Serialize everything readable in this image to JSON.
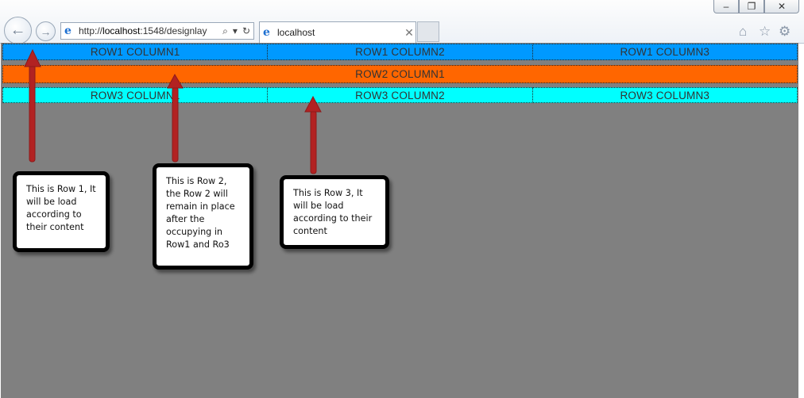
{
  "browser": {
    "address": {
      "prefix": "http://",
      "host": "localhost",
      "rest": ":1548/designlay"
    },
    "tab": {
      "title": "localhost"
    },
    "window_controls": {
      "minimize_icon": "minimize-icon",
      "restore_icon": "restore-icon",
      "close_icon": "close-icon"
    },
    "toolbar_icons": [
      "home-icon",
      "favorites-star-icon",
      "settings-gear-icon"
    ]
  },
  "grid": {
    "row1": [
      "ROW1 COLUMN1",
      "ROW1 COLUMN2",
      "ROW1 COLUMN3"
    ],
    "row2": [
      "ROW2 COLUMN1"
    ],
    "row3": [
      "ROW3 COLUMN1",
      "ROW3 COLUMN2",
      "ROW3 COLUMN3"
    ]
  },
  "colors": {
    "row1": "#0099ff",
    "row2": "#ff6600",
    "row3": "#00ffff",
    "page_background": "#808080",
    "arrow": "#b22222"
  },
  "callouts": [
    {
      "lines": [
        "This is Row 1, It",
        "will be load",
        "according to",
        "their content"
      ]
    },
    {
      "lines": [
        "This is Row 2,",
        "the Row 2 will",
        "remain in place",
        "after the",
        "occupying in",
        "Row1 and Ro3"
      ]
    },
    {
      "lines": [
        "This is Row 3, It",
        "will be load",
        "according to their",
        "content"
      ]
    }
  ]
}
